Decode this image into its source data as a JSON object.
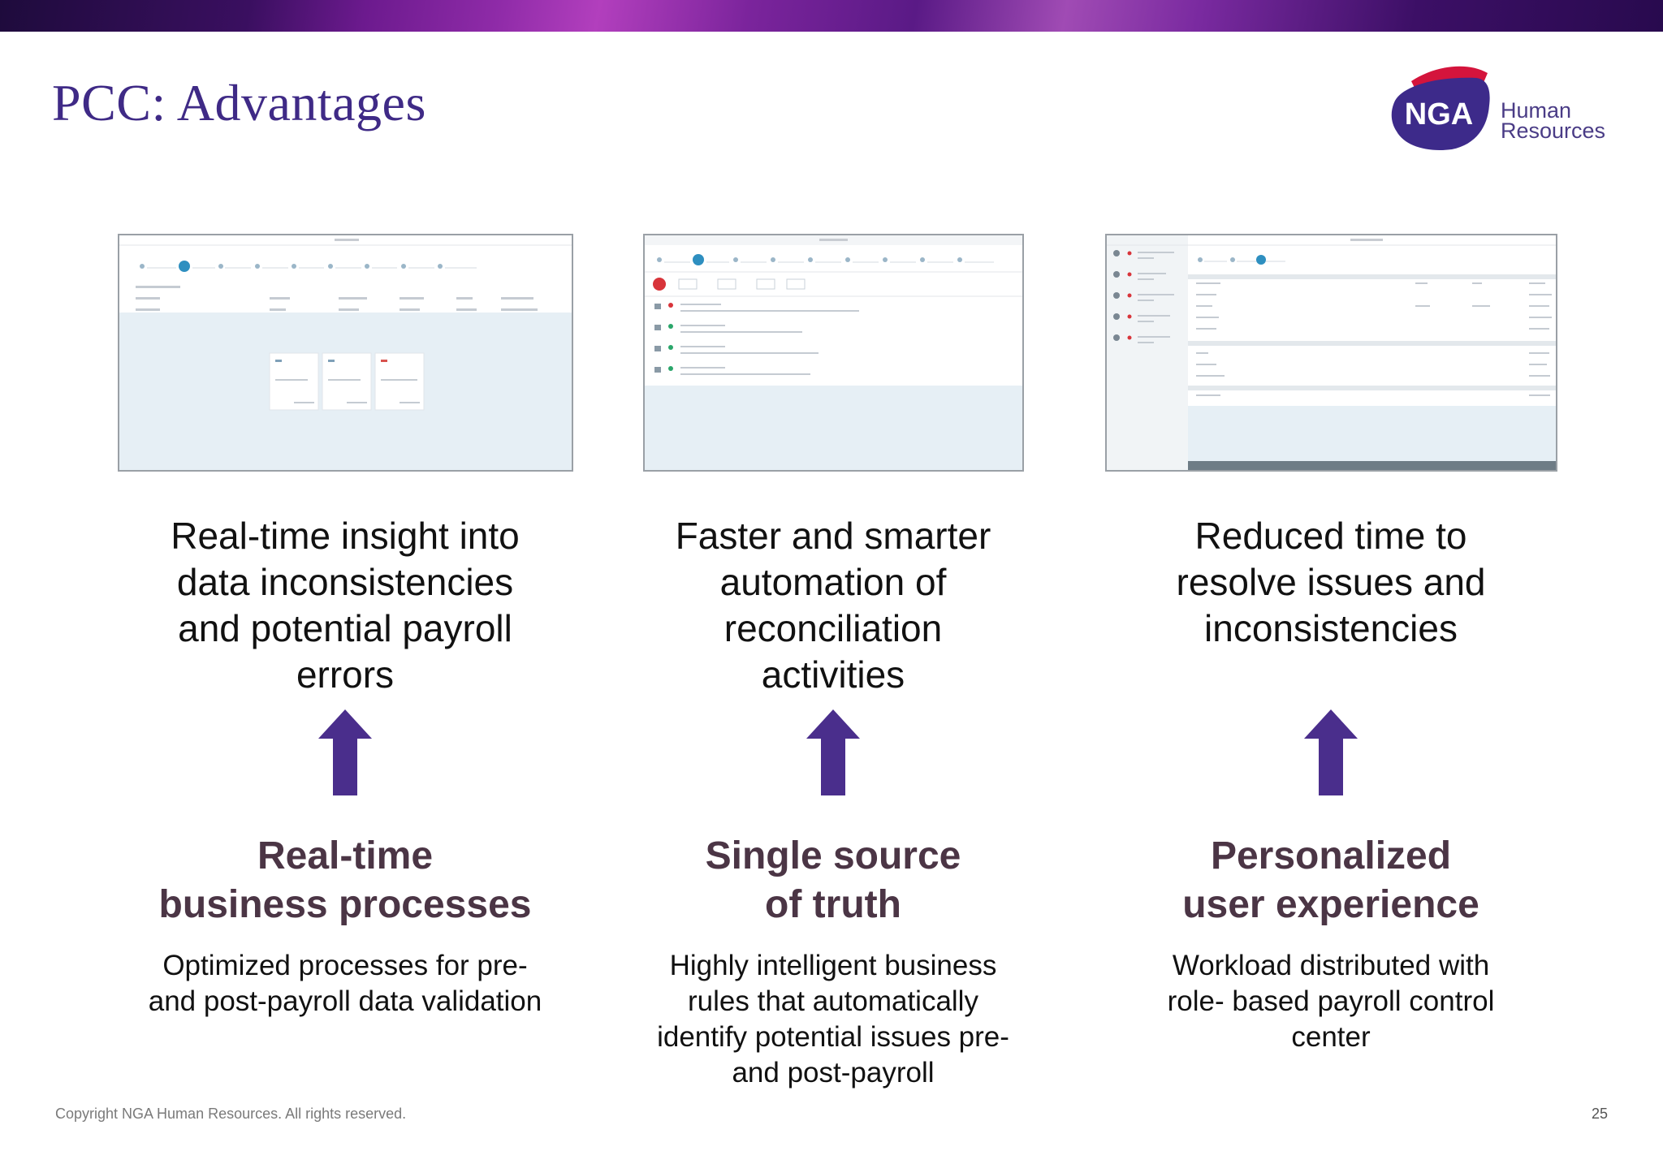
{
  "slide": {
    "title": "PCC: Advantages",
    "logo": {
      "badge": "NGA",
      "text_line1": "Human",
      "text_line2": "Resources"
    },
    "columns": [
      {
        "benefit": [
          "Real-time insight into",
          "data inconsistencies",
          "and potential payroll",
          "errors"
        ],
        "heading": [
          "Real-time",
          "business processes"
        ],
        "description": [
          "Optimized processes for pre-",
          "and post-payroll data validation"
        ]
      },
      {
        "benefit": [
          "Faster and smarter",
          "automation of",
          "reconciliation",
          "activities"
        ],
        "heading": [
          "Single source",
          "of truth"
        ],
        "description": [
          "Highly intelligent business",
          "rules that automatically",
          "identify potential issues pre-",
          "and post-payroll"
        ]
      },
      {
        "benefit": [
          "Reduced time to",
          "resolve issues and",
          "inconsistencies"
        ],
        "heading": [
          "Personalized",
          "user experience"
        ],
        "description": [
          "Workload distributed with",
          "role- based payroll control",
          "center"
        ]
      }
    ],
    "footer": "Copyright NGA Human Resources. All rights reserved.",
    "page_number": "25"
  },
  "colors": {
    "title": "#3f2a86",
    "arrow": "#4a2e8c",
    "heading": "#4b3545",
    "logo_badge": "#3d2a8a",
    "logo_accent": "#d4143c"
  }
}
